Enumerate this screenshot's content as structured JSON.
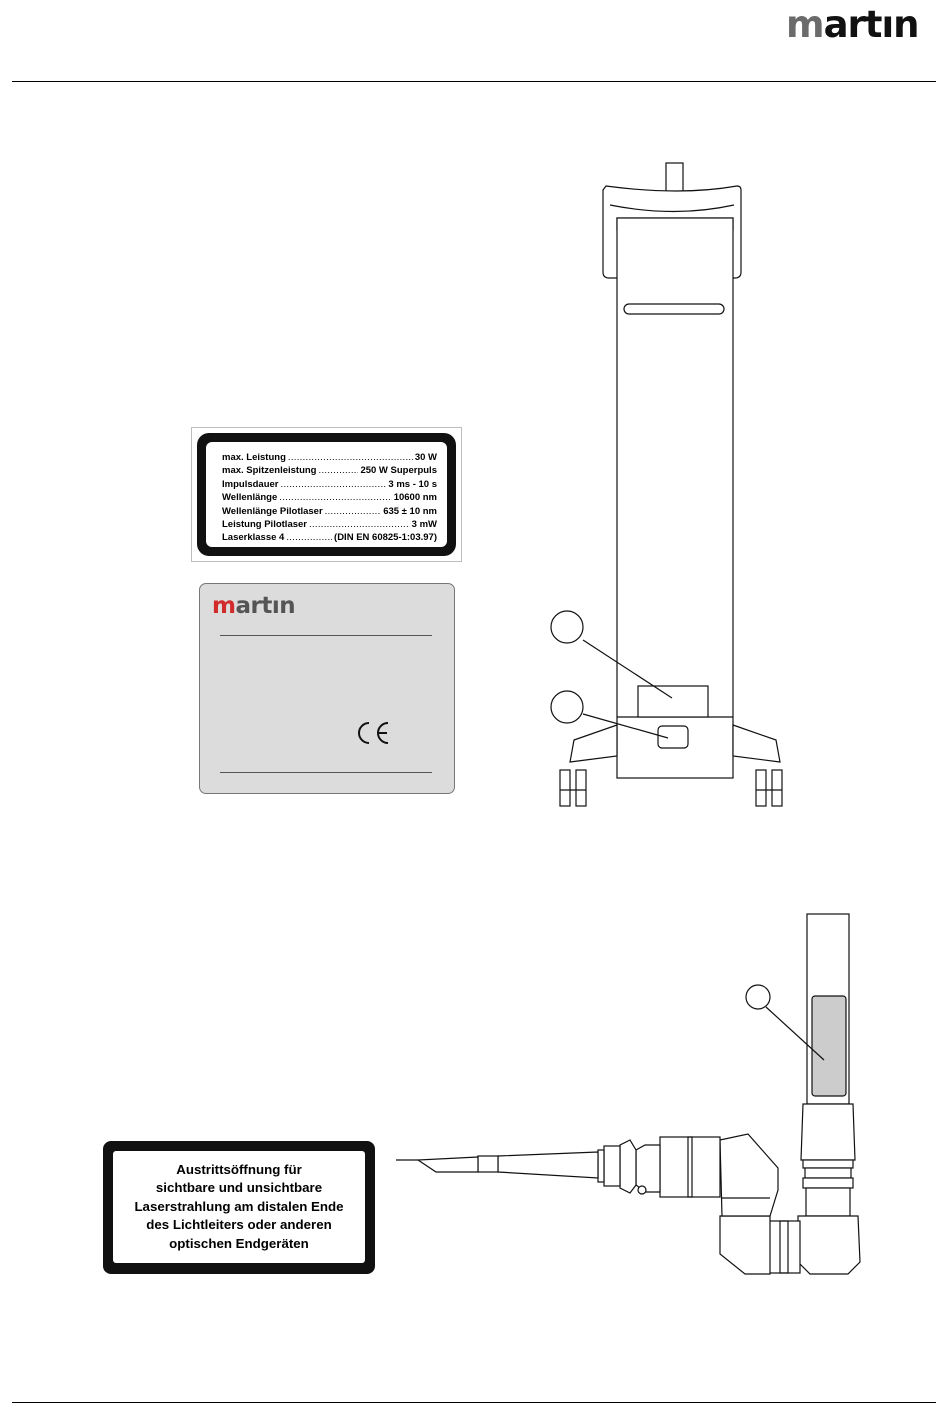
{
  "brand": {
    "name": "martin",
    "colors": {
      "logo_gray": "#6b6b6b",
      "logo_black": "#111111",
      "logo_red": "#d12b2b"
    }
  },
  "spec_label": {
    "rows": [
      {
        "label": "max. Leistung",
        "value": "30 W"
      },
      {
        "label": "max. Spitzenleistung",
        "value": "250 W Superpuls"
      },
      {
        "label": "Impulsdauer",
        "value": "3 ms - 10 s"
      },
      {
        "label": "Wellenlänge",
        "value": "10600 nm"
      },
      {
        "label": "Wellenlänge Pilotlaser",
        "value": "635 ± 10 nm"
      },
      {
        "label": "Leistung Pilotlaser",
        "value": "3 mW"
      },
      {
        "label": "Laserklasse 4",
        "value": "(DIN EN 60825-1:03.97)"
      }
    ]
  },
  "type_plate": {
    "logo_text": "martin",
    "mark": "CE",
    "background": "#dcdcdc"
  },
  "warning_label": {
    "lines": [
      "Austrittsöffnung für",
      "sichtbare und unsichtbare",
      "Laserstrahlung am distalen Ende",
      "des Lichtleiters oder anderen",
      "optischen Endgeräten"
    ]
  },
  "illustrations": {
    "device_cart": "laser-unit-front-view",
    "handpiece": "articulated-arm-handpiece",
    "callout_fill": "#cccccc"
  }
}
